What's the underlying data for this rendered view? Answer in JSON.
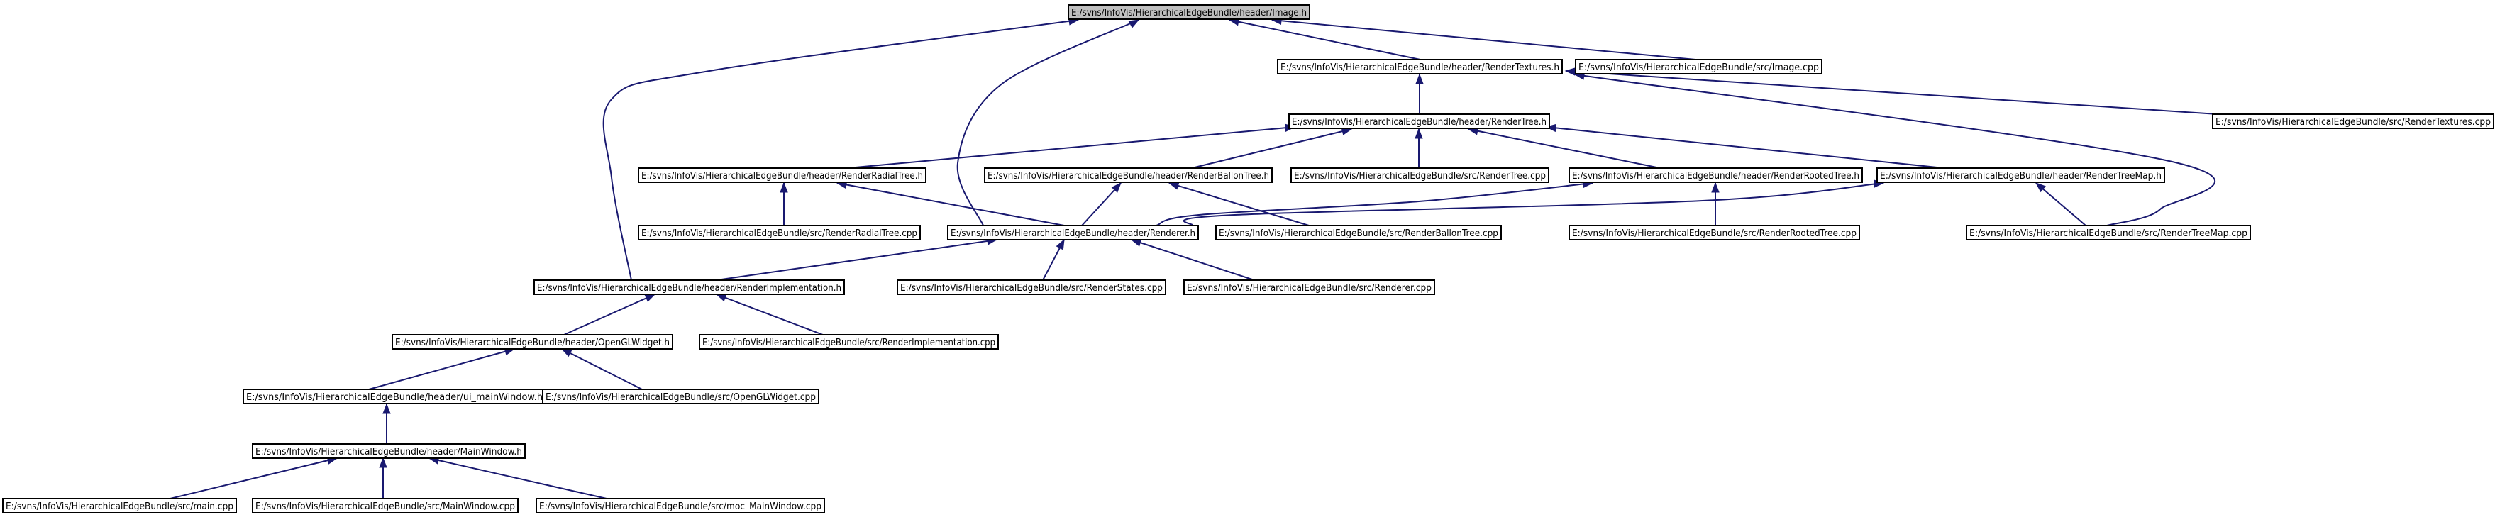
{
  "diagram": {
    "type": "include-dependency-graph",
    "edge_color": "#191970",
    "root_fill": "#bfbfbf",
    "nodes": [
      {
        "id": "image_h",
        "label": "E:/svns/InfoVis/HierarchicalEdgeBundle/header/Image.h",
        "root": true
      },
      {
        "id": "rendertextures_h",
        "label": "E:/svns/InfoVis/HierarchicalEdgeBundle/header/RenderTextures.h"
      },
      {
        "id": "image_cpp",
        "label": "E:/svns/InfoVis/HierarchicalEdgeBundle/src/Image.cpp"
      },
      {
        "id": "rendertree_h",
        "label": "E:/svns/InfoVis/HierarchicalEdgeBundle/header/RenderTree.h"
      },
      {
        "id": "rendertextures_cpp",
        "label": "E:/svns/InfoVis/HierarchicalEdgeBundle/src/RenderTextures.cpp"
      },
      {
        "id": "renderradialtree_h",
        "label": "E:/svns/InfoVis/HierarchicalEdgeBundle/header/RenderRadialTree.h"
      },
      {
        "id": "renderballontree_h",
        "label": "E:/svns/InfoVis/HierarchicalEdgeBundle/header/RenderBallonTree.h"
      },
      {
        "id": "rendertree_cpp",
        "label": "E:/svns/InfoVis/HierarchicalEdgeBundle/src/RenderTree.cpp"
      },
      {
        "id": "renderrootedtree_h",
        "label": "E:/svns/InfoVis/HierarchicalEdgeBundle/header/RenderRootedTree.h"
      },
      {
        "id": "rendertreemap_h",
        "label": "E:/svns/InfoVis/HierarchicalEdgeBundle/header/RenderTreeMap.h"
      },
      {
        "id": "renderradialtree_cpp",
        "label": "E:/svns/InfoVis/HierarchicalEdgeBundle/src/RenderRadialTree.cpp"
      },
      {
        "id": "renderer_h",
        "label": "E:/svns/InfoVis/HierarchicalEdgeBundle/header/Renderer.h"
      },
      {
        "id": "renderballontree_cpp",
        "label": "E:/svns/InfoVis/HierarchicalEdgeBundle/src/RenderBallonTree.cpp"
      },
      {
        "id": "renderrootedtree_cpp",
        "label": "E:/svns/InfoVis/HierarchicalEdgeBundle/src/RenderRootedTree.cpp"
      },
      {
        "id": "rendertreemap_cpp",
        "label": "E:/svns/InfoVis/HierarchicalEdgeBundle/src/RenderTreeMap.cpp"
      },
      {
        "id": "renderimplementation_h",
        "label": "E:/svns/InfoVis/HierarchicalEdgeBundle/header/RenderImplementation.h"
      },
      {
        "id": "renderstates_cpp",
        "label": "E:/svns/InfoVis/HierarchicalEdgeBundle/src/RenderStates.cpp"
      },
      {
        "id": "renderer_cpp",
        "label": "E:/svns/InfoVis/HierarchicalEdgeBundle/src/Renderer.cpp"
      },
      {
        "id": "openglwidget_h",
        "label": "E:/svns/InfoVis/HierarchicalEdgeBundle/header/OpenGLWidget.h"
      },
      {
        "id": "renderimplementation_cpp",
        "label": "E:/svns/InfoVis/HierarchicalEdgeBundle/src/RenderImplementation.cpp"
      },
      {
        "id": "ui_mainwindow_h",
        "label": "E:/svns/InfoVis/HierarchicalEdgeBundle/header/ui_mainWindow.h"
      },
      {
        "id": "openglwidget_cpp",
        "label": "E:/svns/InfoVis/HierarchicalEdgeBundle/src/OpenGLWidget.cpp"
      },
      {
        "id": "mainwindow_h",
        "label": "E:/svns/InfoVis/HierarchicalEdgeBundle/header/MainWindow.h"
      },
      {
        "id": "main_cpp",
        "label": "E:/svns/InfoVis/HierarchicalEdgeBundle/src/main.cpp"
      },
      {
        "id": "mainwindow_cpp",
        "label": "E:/svns/InfoVis/HierarchicalEdgeBundle/src/MainWindow.cpp"
      },
      {
        "id": "moc_mainwindow_cpp",
        "label": "E:/svns/InfoVis/HierarchicalEdgeBundle/src/moc_MainWindow.cpp"
      }
    ],
    "edges": [
      {
        "from": "rendertextures_h",
        "to": "image_h"
      },
      {
        "from": "image_cpp",
        "to": "image_h"
      },
      {
        "from": "renderer_h",
        "to": "image_h"
      },
      {
        "from": "renderimplementation_h",
        "to": "image_h"
      },
      {
        "from": "rendertree_h",
        "to": "rendertextures_h"
      },
      {
        "from": "rendertextures_cpp",
        "to": "rendertextures_h"
      },
      {
        "from": "rendertreemap_cpp",
        "to": "rendertextures_h"
      },
      {
        "from": "renderradialtree_h",
        "to": "rendertree_h"
      },
      {
        "from": "renderballontree_h",
        "to": "rendertree_h"
      },
      {
        "from": "rendertree_cpp",
        "to": "rendertree_h"
      },
      {
        "from": "renderrootedtree_h",
        "to": "rendertree_h"
      },
      {
        "from": "rendertreemap_h",
        "to": "rendertree_h"
      },
      {
        "from": "renderradialtree_cpp",
        "to": "renderradialtree_h"
      },
      {
        "from": "renderer_h",
        "to": "renderradialtree_h"
      },
      {
        "from": "renderer_h",
        "to": "renderballontree_h"
      },
      {
        "from": "renderballontree_cpp",
        "to": "renderballontree_h"
      },
      {
        "from": "renderer_h",
        "to": "renderrootedtree_h"
      },
      {
        "from": "renderrootedtree_cpp",
        "to": "renderrootedtree_h"
      },
      {
        "from": "renderer_h",
        "to": "rendertreemap_h"
      },
      {
        "from": "rendertreemap_cpp",
        "to": "rendertreemap_h"
      },
      {
        "from": "renderimplementation_h",
        "to": "renderer_h"
      },
      {
        "from": "renderstates_cpp",
        "to": "renderer_h"
      },
      {
        "from": "renderer_cpp",
        "to": "renderer_h"
      },
      {
        "from": "openglwidget_h",
        "to": "renderimplementation_h"
      },
      {
        "from": "renderimplementation_cpp",
        "to": "renderimplementation_h"
      },
      {
        "from": "ui_mainwindow_h",
        "to": "openglwidget_h"
      },
      {
        "from": "openglwidget_cpp",
        "to": "openglwidget_h"
      },
      {
        "from": "mainwindow_h",
        "to": "ui_mainwindow_h"
      },
      {
        "from": "main_cpp",
        "to": "mainwindow_h"
      },
      {
        "from": "mainwindow_cpp",
        "to": "mainwindow_h"
      },
      {
        "from": "moc_mainwindow_cpp",
        "to": "mainwindow_h"
      }
    ]
  }
}
